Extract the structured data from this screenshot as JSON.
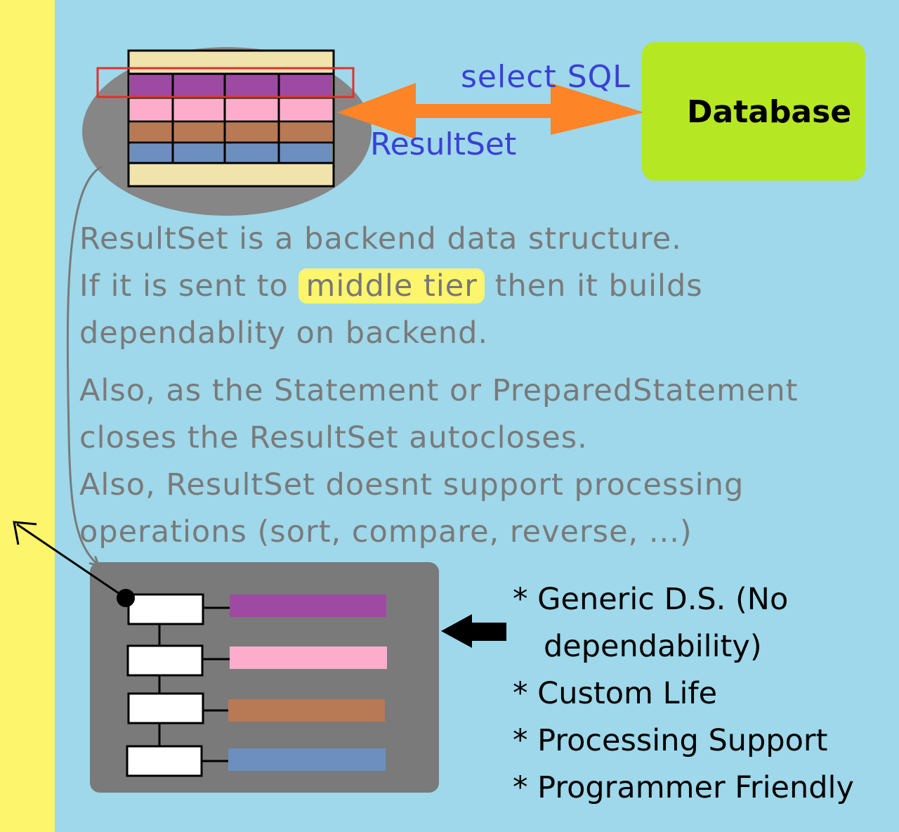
{
  "labels": {
    "select_sql": "select SQL",
    "result_set": "ResultSet",
    "database": "Database"
  },
  "paragraph1": {
    "line1": "ResultSet is a backend data structure.",
    "line2_before": "If it is sent to",
    "line2_highlight": "middle tier",
    "line2_after": "then it builds",
    "line3": "dependablity on backend."
  },
  "paragraph2": {
    "lines": [
      "Also, as the Statement or PreparedStatement",
      "closes the ResultSet autocloses.",
      "Also, ResultSet doesnt support processing",
      "operations (sort, compare, reverse, ...)"
    ]
  },
  "bullets": {
    "b1_line1": "* Generic D.S. (No",
    "b1_line2": "dependability)",
    "b2": "* Custom Life",
    "b3": "* Processing Support",
    "b4": "* Programmer Friendly"
  },
  "colors": {
    "background": "#9ed8ea",
    "left_strip": "#fdf56b",
    "database_box": "#b6e723",
    "row_purple": "#9e4aa3",
    "row_pink": "#fdadcb",
    "row_brown": "#b87955",
    "row_blue": "#6c8fbf",
    "arrow_orange": "#fd8427",
    "highlight_frame": "#e03030"
  }
}
